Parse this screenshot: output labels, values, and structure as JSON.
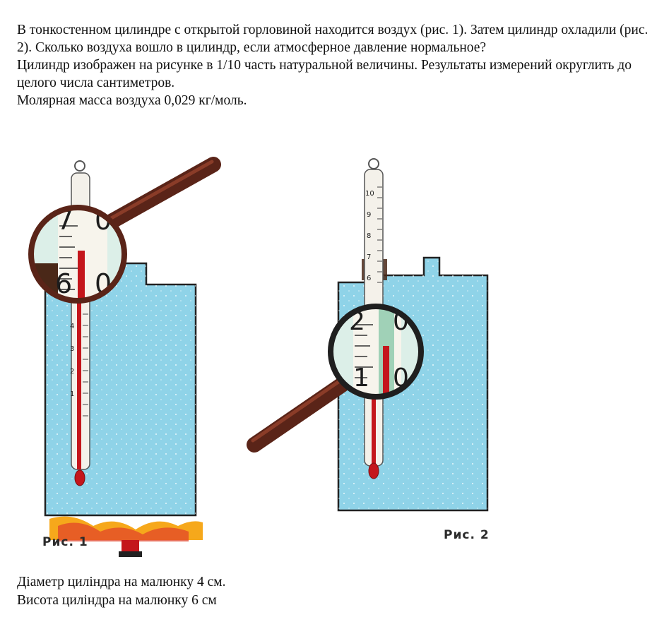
{
  "problem": {
    "lines": [
      "В тонкостенном цилиндре с открытой горловиной находится воздух (рис. 1). Затем цилиндр охладили (рис. 2). Сколько воздуха вошло в цилиндр, если атмосферное давление нормальное?",
      "Цилиндр изображен на рисунке в 1/10 часть натуральной величины. Результаты измерений округлить до целого числа сантиметров.",
      "Молярная масса воздуха 0,029 кг/моль."
    ]
  },
  "figures": {
    "fig1": {
      "caption": "Рис. 1",
      "magnifier_scale": [
        "7",
        "6"
      ],
      "magnifier_right_digits": [
        "0",
        "0"
      ],
      "thermo_scale": [
        "4",
        "3",
        "2",
        "1"
      ]
    },
    "fig2": {
      "caption": "Рис. 2",
      "magnifier_scale": [
        "2",
        "1"
      ],
      "magnifier_right_digits": [
        "0",
        "0"
      ],
      "thermo_scale": [
        "10",
        "9",
        "8",
        "7",
        "6"
      ]
    }
  },
  "colors": {
    "water": "#8fd3e8",
    "mercury": "#c4161c",
    "handle": "#5a2418",
    "flame": "#f6a81b"
  },
  "footer": {
    "diameter": "Діаметр циліндра  на малюнку 4 см.",
    "height": "Висота циліндра  на малюнку 6 см"
  }
}
